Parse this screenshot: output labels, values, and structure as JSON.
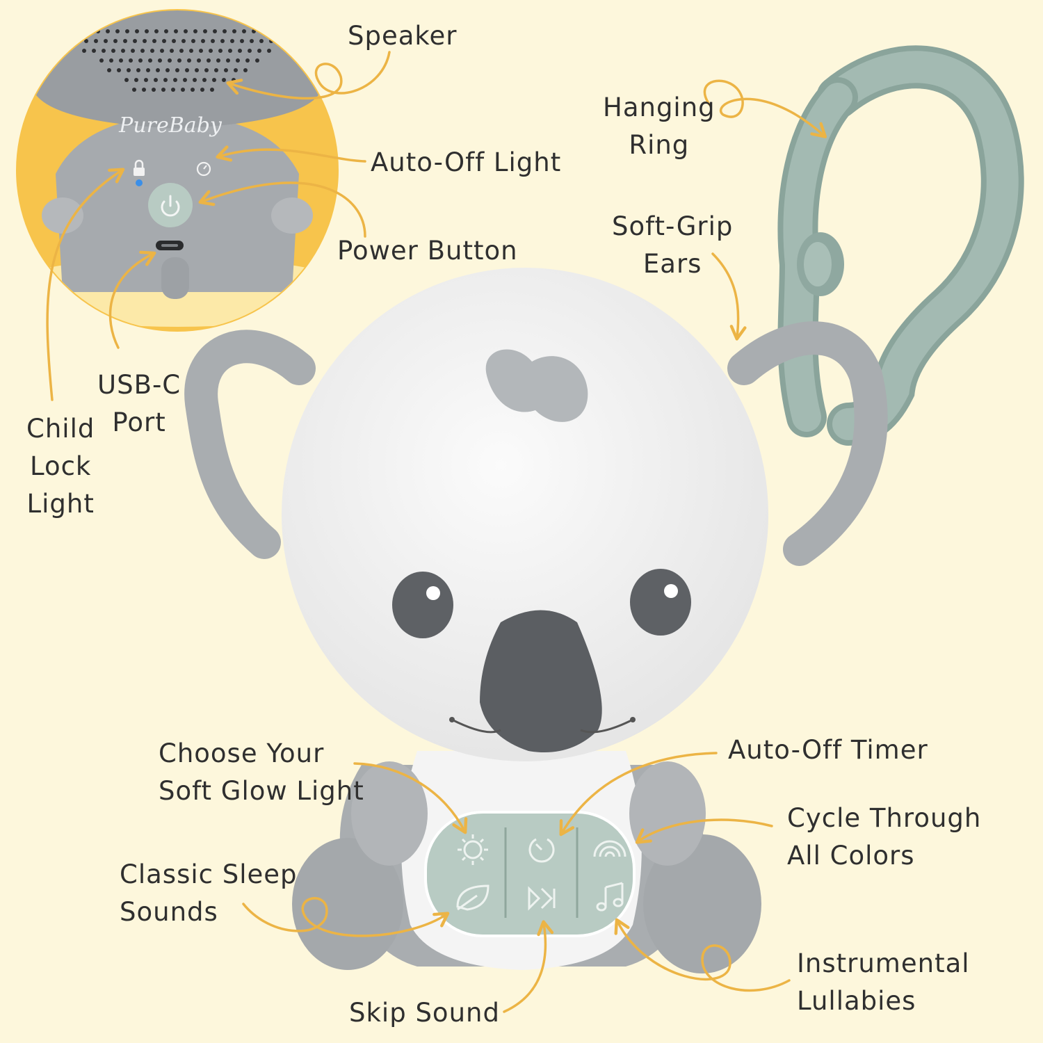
{
  "colors": {
    "background": "#fdf7dc",
    "accent_yellow": "#f5c04a",
    "arrow": "#ecb445",
    "koala_grey": "#a9adb0",
    "koala_white": "#f1f1f1",
    "ring_green": "#9db5ac",
    "panel_green": "#b8cbc3",
    "nose_dark": "#5b5e62",
    "text": "#2f2f2f"
  },
  "inset": {
    "brand": "PureBaby",
    "icons": [
      "lock-icon",
      "timer-icon",
      "power-icon",
      "usb-c-port-icon"
    ]
  },
  "labels": {
    "speaker": "Speaker",
    "auto_off_light": "Auto-Off Light",
    "power_button": "Power Button",
    "usb_c_port": "USB-C\nPort",
    "child_lock_light": "Child\nLock\nLight",
    "hanging_ring": "Hanging\nRing",
    "soft_grip_ears": "Soft-Grip\nEars",
    "choose_glow_light": "Choose Your\nSoft Glow Light",
    "classic_sleep_sounds": "Classic Sleep\nSounds",
    "skip_sound": "Skip Sound",
    "auto_off_timer": "Auto-Off Timer",
    "cycle_colors": "Cycle Through\nAll Colors",
    "instrumental_lullabies": "Instrumental\nLullabies"
  },
  "panel_buttons": [
    "sun-icon",
    "timer-icon",
    "rainbow-icon",
    "leaf-icon",
    "skip-icon",
    "music-note-icon"
  ]
}
